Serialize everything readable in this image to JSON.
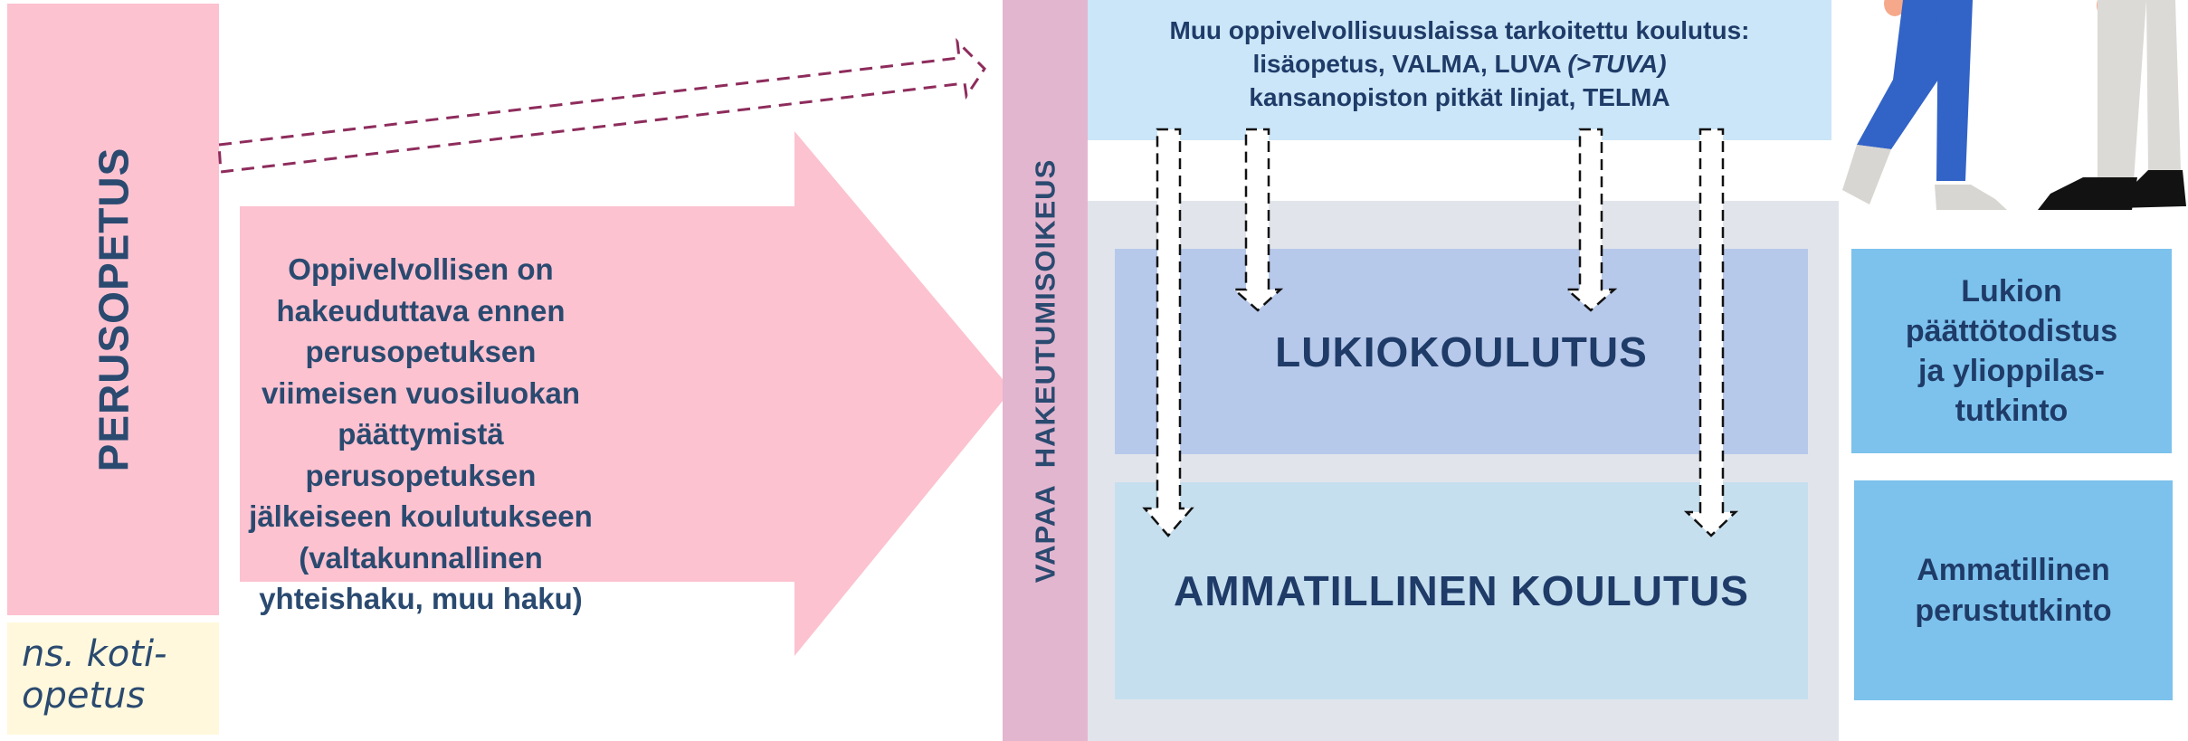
{
  "perusopetus": {
    "label": "PERUSOPETUS"
  },
  "kotiopetus": {
    "label": "ns. koti-\nopetus"
  },
  "main_arrow": {
    "text": "Oppivelvollisen on hakeuduttava ennen perusopetuksen viimeisen vuosiluokan päättymistä perusopetuksen jälkeiseen koulutukseen (valtakunnallinen yhteishaku, muu haku)"
  },
  "strip": {
    "label": "VAPAA  HAKEUTUMISOIKEUS"
  },
  "top_box": {
    "line1": "Muu oppivelvollisuuslaissa tarkoitettu koulutus:",
    "line2_main": "lisäopetus, VALMA, LUVA ",
    "line2_italic": "(>TUVA)",
    "line3": "kansanopiston pitkät linjat, TELMA"
  },
  "lukio": {
    "label": "LUKIOKOULUTUS"
  },
  "ammatillinen": {
    "label": "AMMATILLINEN KOULUTUS"
  },
  "outcomes": {
    "lukio": "Lukion päättötodistus ja ylioppilas-tutkinto",
    "ammatillinen": "Ammatillinen perustutkinto"
  },
  "colors": {
    "pink": "#fcc2d0",
    "strip": "#e3b6cf",
    "dark_text": "#2a4a70",
    "light_blue": "#cbe6f8",
    "lukio_box": "#b7c9ea",
    "amm_box": "#c6dfef",
    "outcome_box": "#7cc2ec",
    "gray_panel": "#e1e5eb"
  }
}
